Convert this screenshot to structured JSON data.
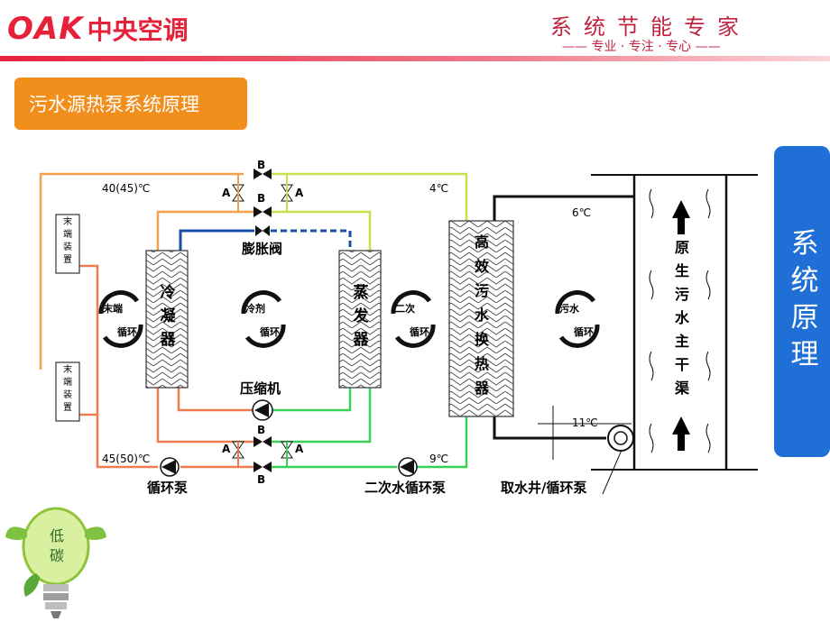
{
  "header": {
    "logo_brand": "OAK",
    "logo_cn": "中央空调",
    "slogan": "系统节能专家",
    "sub_slogan": "—— 专业 · 专注 · 专心 ——"
  },
  "title": "污水源热泵系统原理",
  "side_label": "系统原理",
  "badge": "低碳",
  "labels": {
    "temp_40": "40(45)℃",
    "temp_45": "45(50)℃",
    "temp_4": "4℃",
    "temp_9": "9℃",
    "temp_6": "6℃",
    "temp_11": "11℃",
    "expansion_valve": "膨胀阀",
    "compressor": "压缩机",
    "circ_pump": "循环泵",
    "secondary_pump": "二次水循环泵",
    "intake_well": "取水井/循环泵",
    "condenser": "冷凝器",
    "evaporator": "蒸发器",
    "exchanger": "高效污水换热器",
    "main_channel": "原生污水主干渠",
    "terminal_1": "末端装置",
    "terminal_2": "末端装置",
    "loop_terminal_a": "末端",
    "loop_terminal_b": "循环",
    "loop_refrig_a": "冷剂",
    "loop_refrig_b": "循环",
    "loop_secondary_a": "二次",
    "loop_secondary_b": "循环",
    "loop_sewage_a": "污水",
    "loop_sewage_b": "循环",
    "valve_a": "A",
    "valve_b": "B"
  },
  "colors": {
    "red": "#e8213a",
    "orange": "#f18e1c",
    "blue_panel": "#1f6fd6",
    "pipe_hot": "#f5a04a",
    "pipe_warm": "#f07b4f",
    "pipe_cold": "#c6e04a",
    "pipe_green": "#38d155",
    "pipe_blue": "#1a4fa8"
  }
}
